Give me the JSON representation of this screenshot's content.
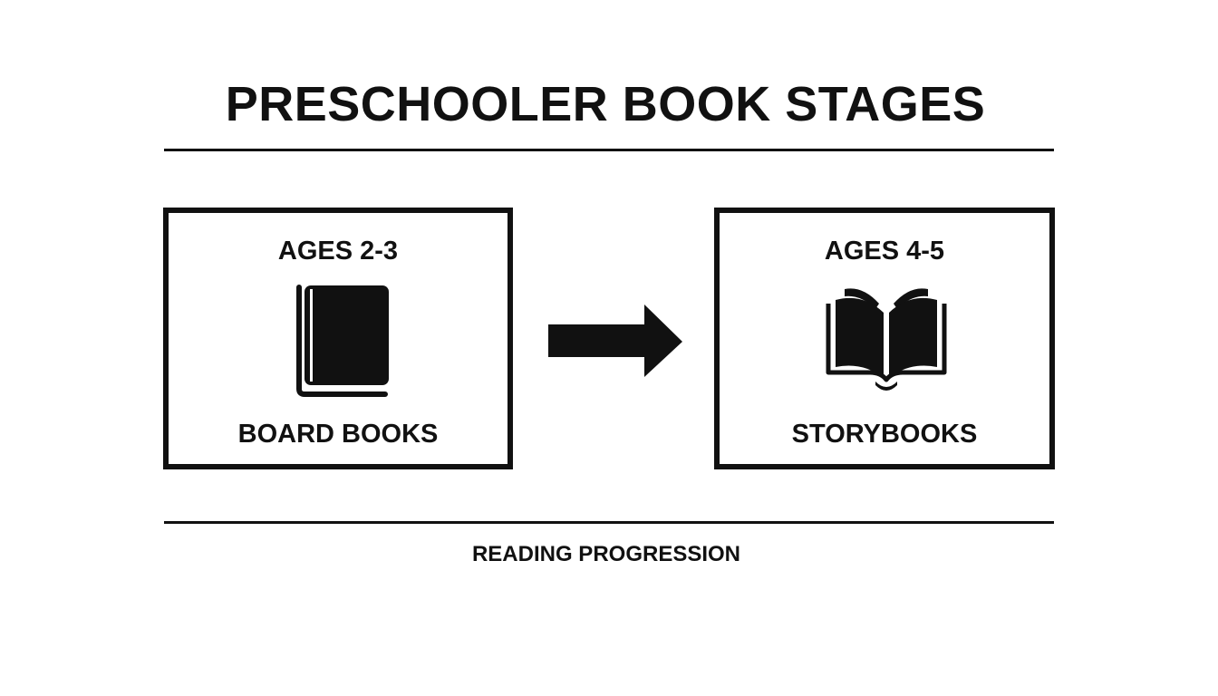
{
  "title": "PRESCHOOLER BOOK STAGES",
  "stages": [
    {
      "age": "AGES 2-3",
      "book_type": "BOARD BOOKS",
      "icon": "closed-book-icon"
    },
    {
      "age": "AGES 4-5",
      "book_type": "STORYBOOKS",
      "icon": "open-book-icon"
    }
  ],
  "connector_icon": "right-arrow-icon",
  "footer": "READING PROGRESSION",
  "colors": {
    "ink": "#111111",
    "background": "#ffffff"
  }
}
